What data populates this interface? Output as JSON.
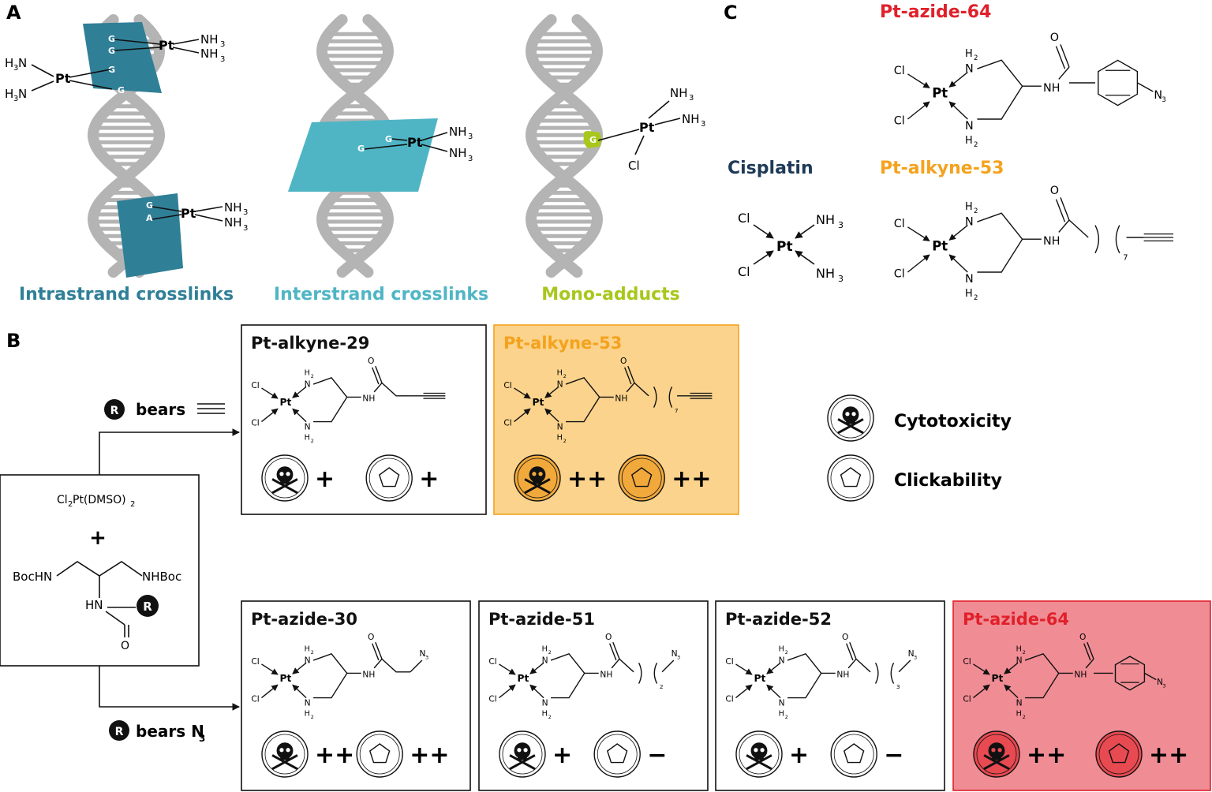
{
  "panels": {
    "a": "A",
    "b": "B",
    "c": "C"
  },
  "colors": {
    "intrastrand": "#2f7f97",
    "interstrand": "#4fb5c5",
    "mono": "#a8c71c",
    "dna": "#b4b4b4",
    "orange_text": "#f4a21d",
    "orange_box": "#fbd38c",
    "red_text": "#e0202a",
    "red_box": "#f08c94",
    "cisplatin_text": "#1e3a57"
  },
  "dna": {
    "captions": [
      "Intrastrand crosslinks",
      "Interstrand crosslinks",
      "Mono-adducts"
    ],
    "pt": "Pt",
    "nh3": "NH",
    "h3n": "H",
    "three": "3",
    "cl": "Cl",
    "base_g": "G",
    "base_a": "A"
  },
  "atoms": {
    "pt": "Pt",
    "cl": "Cl",
    "n": "N",
    "h": "H",
    "two": "2",
    "three": "3",
    "nh": "NH",
    "o": "O",
    "seven": "7"
  },
  "panel_c": {
    "azide64": "Pt-azide-64",
    "cisplatin": "Cisplatin",
    "alkyne53": "Pt-alkyne-53"
  },
  "panel_b": {
    "r": "R",
    "bears": "bears",
    "bears_n": "bears N",
    "three": "3",
    "start_cl": "Cl",
    "start_two": "2",
    "start_pt": "Pt(DMSO)",
    "plus": "+",
    "bochn": "BocHN",
    "nhboc": "NHBoc",
    "hn": "HN",
    "o": "O"
  },
  "legend": [
    "Cytotoxicity",
    "Clickability"
  ],
  "compounds": [
    {
      "title": "Pt-alkyne-29",
      "chain": "alkyne",
      "n": "",
      "cyto": "+",
      "click": "+"
    },
    {
      "title": "Pt-alkyne-53",
      "chain": "alkyne",
      "n": "7",
      "cyto": "++",
      "click": "++"
    },
    {
      "title": "Pt-azide-30",
      "chain": "azide",
      "n": "",
      "cyto": "++",
      "click": "++"
    },
    {
      "title": "Pt-azide-51",
      "chain": "azide",
      "n": "2",
      "cyto": "+",
      "click": "−"
    },
    {
      "title": "Pt-azide-52",
      "chain": "azide",
      "n": "3",
      "cyto": "+",
      "click": "−"
    },
    {
      "title": "Pt-azide-64",
      "chain": "aryl",
      "n": "",
      "cyto": "++",
      "click": "++"
    }
  ]
}
